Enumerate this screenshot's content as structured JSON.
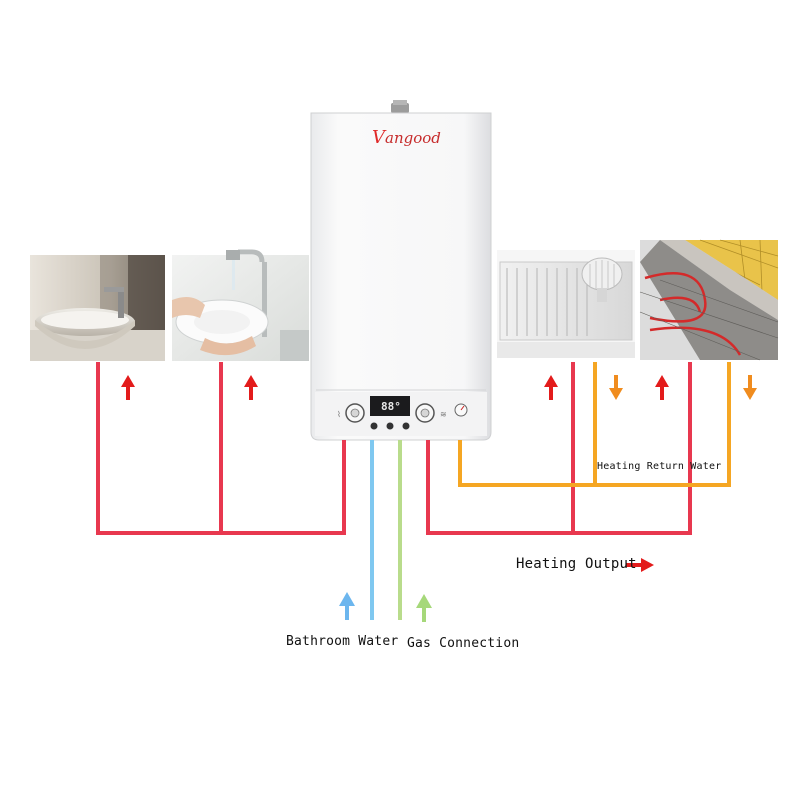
{
  "brand": {
    "prefix": "V",
    "suffix": "angood",
    "prefix_color": "#e02a2a",
    "suffix_color": "#c62b2b"
  },
  "display": {
    "readout": "88°"
  },
  "labels": {
    "heating_return_water": "Heating Return Water",
    "heating_output": "Heating Output",
    "bathroom_water": "Bathroom Water",
    "gas_connection": "Gas Connection"
  },
  "photos": [
    {
      "name": "bathroom-sink"
    },
    {
      "name": "kitchen-dishwashing"
    },
    {
      "name": "radiator"
    },
    {
      "name": "underfloor-heating"
    }
  ],
  "colors": {
    "hot_pipe": "#e8384f",
    "return_pipe": "#f5a623",
    "cold_water_pipe": "#7fc8f0",
    "gas_pipe": "#b9dc8c",
    "arrow_red": "#e31b1b",
    "arrow_orange": "#f08c1e",
    "arrow_blue": "#6cb6ee",
    "arrow_green": "#a6d87a"
  }
}
